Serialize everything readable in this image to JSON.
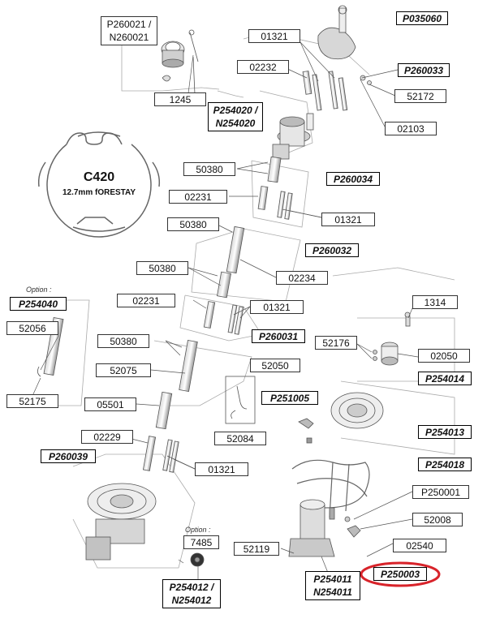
{
  "labels": {
    "p260021": "P260021 / N260021",
    "l1245": "1245",
    "l01321_top": "01321",
    "p035060": "P035060",
    "l02232": "02232",
    "p260033": "P260033",
    "l52172": "52172",
    "p254020": "P254020 / N254020",
    "l02103": "02103",
    "l50380_a": "50380",
    "p260034": "P260034",
    "l02231_a": "02231",
    "l01321_b": "01321",
    "l50380_b": "50380",
    "p260032": "P260032",
    "l50380_c": "50380",
    "l02234": "02234",
    "option_a": "Option :",
    "p254040": "P254040",
    "l02231_b": "02231",
    "l01321_c": "01321",
    "l1314": "1314",
    "l52056": "52056",
    "l50380_d": "50380",
    "p260031": "P260031",
    "l52176": "52176",
    "l02050": "02050",
    "l52050": "52050",
    "l52075": "52075",
    "p254014": "P254014",
    "p251005": "P251005",
    "l52175": "52175",
    "l05501": "05501",
    "l52084": "52084",
    "p254013": "P254013",
    "l02229": "02229",
    "p260039": "P260039",
    "l01321_d": "01321",
    "p254018": "P254018",
    "p250001": "P250001",
    "l52008": "52008",
    "option_b": "Option :",
    "l7485": "7485",
    "l52119": "52119",
    "l02540": "02540",
    "p250003": "P250003",
    "p254011": "P254011 N254011",
    "p254012": "P254012 / N254012"
  },
  "profile": {
    "title": "C420",
    "subtitle": "12.7mm fORESTAY"
  },
  "colors": {
    "highlight": "#d8232a",
    "line": "#555555",
    "part": "#8a8a8a"
  }
}
